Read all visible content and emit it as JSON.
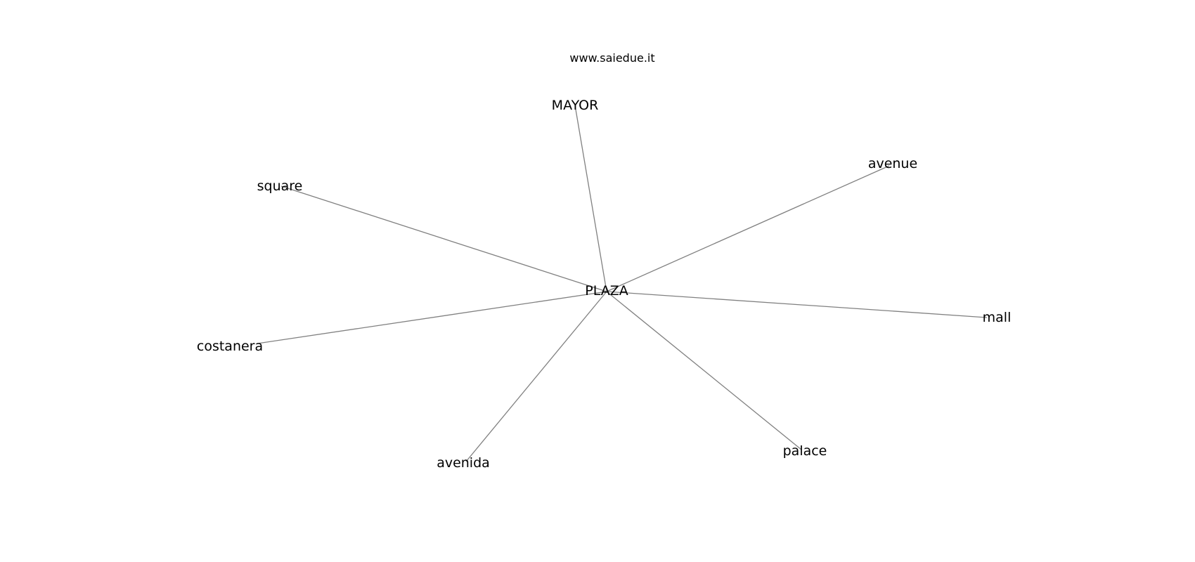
{
  "watermark": "www.saiedue.it",
  "graph": {
    "center": "PLAZA",
    "nodes": [
      "MAYOR",
      "avenue",
      "square",
      "mall",
      "costanera",
      "avenida",
      "palace"
    ],
    "edge_color": "#808080"
  }
}
